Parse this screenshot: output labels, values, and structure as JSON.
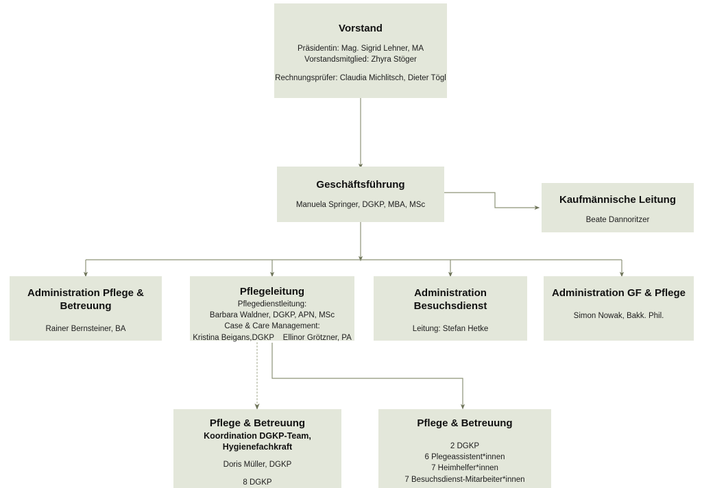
{
  "meta": {
    "chart_title": "Organigramm",
    "box_fill": "#e3e7da",
    "connector_color": "#7b8266",
    "text_color": "#1a1a1a",
    "background": "#ffffff"
  },
  "nodes": {
    "vorstand": {
      "title": "Vorstand",
      "lines": [
        "Präsidentin: Mag. Sigrid Lehner, MA",
        "Vorstandsmitglied: Zhyra Stöger"
      ],
      "lines2": [
        "Rechnungsprüfer: Claudia Michlitsch, Dieter Tögl"
      ]
    },
    "geschaeftsfuehrung": {
      "title": "Geschäftsführung",
      "lines": [
        "Manuela Springer, DGKP, MBA, MSc"
      ]
    },
    "kaufmaennische_leitung": {
      "title": "Kaufmännische Leitung",
      "lines": [
        "Beate Dannoritzer"
      ]
    },
    "admin_pflege_betreuung": {
      "title": "Administration Pflege & Betreuung",
      "lines": [
        "Rainer Bernsteiner, BA"
      ]
    },
    "pflegeleitung": {
      "title": "Pflegeleitung",
      "lines": [
        "Pflegedienstleitung:",
        "Barbara Waldner, DGKP, APN, MSc",
        "Case & Care Management:",
        "Kristina Beigans,DGKP    Ellinor Grötzner, PA"
      ]
    },
    "admin_besuchsdienst": {
      "title": "Administration Besuchsdienst",
      "lines": [
        "Leitung: Stefan Hetke"
      ]
    },
    "admin_gf_pflege": {
      "title": "Administration GF & Pflege",
      "lines": [
        "Simon Nowak, Bakk. Phil."
      ]
    },
    "pflege_betreuung_koordination": {
      "title": "Pflege & Betreuung",
      "subtitle": "Koordination DGKP-Team, Hygienefachkraft",
      "lines": [
        "Doris Müller, DGKP"
      ],
      "lines2": [
        "8 DGKP"
      ]
    },
    "pflege_betreuung_team": {
      "title": "Pflege & Betreuung",
      "lines": [
        "2 DGKP",
        "6 Plegeassistent*innen",
        "7 Heimhelfer*innen",
        "7 Besuchsdienst-Mitarbeiter*innen"
      ]
    }
  }
}
